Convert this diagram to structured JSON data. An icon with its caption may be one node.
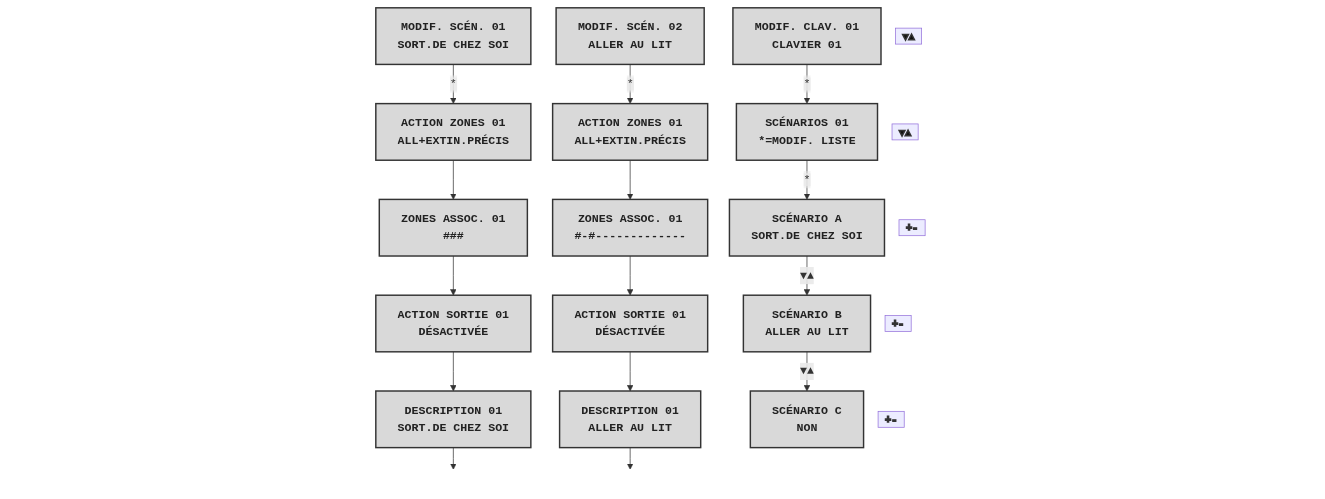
{
  "diagram": {
    "nodes": [
      {
        "text": [
          "MODIF. SCÉN. 01",
          "SORT.DE CHEZ SOI"
        ]
      },
      {
        "text": [
          "ACTION ZONES 01",
          "ALL+EXTIN.PRÉCIS"
        ]
      },
      {
        "text": [
          "ZONES ASSOC. 01",
          "###"
        ]
      },
      {
        "text": [
          "ACTION SORTIE 01",
          "DÉSACTIVÉE"
        ]
      },
      {
        "text": [
          "DESCRIPTION 01",
          "SORT.DE CHEZ SOI"
        ]
      },
      {
        "text": [
          "MODIF. SCÉN. 02",
          "ALLER AU LIT"
        ]
      },
      {
        "text": [
          "ACTION ZONES 01",
          "ALL+EXTIN.PRÉCIS"
        ]
      },
      {
        "text": [
          "ZONES ASSOC. 01",
          "#-#-------------"
        ]
      },
      {
        "text": [
          "ACTION SORTIE 01",
          "DÉSACTIVÉE"
        ]
      },
      {
        "text": [
          "DESCRIPTION 01",
          "ALLER AU LIT"
        ]
      },
      {
        "text": [
          "MODIF. CLAV. 01",
          "CLAVIER 01"
        ],
        "beside": [
          "▼▲"
        ]
      },
      {
        "text": [
          "SCÉNARIOS 01",
          "*=MODIF. LISTE"
        ],
        "beside": [
          "▼▲"
        ]
      },
      {
        "text": [
          "SCÉNARIO A",
          "SORT.DE CHEZ SOI"
        ],
        "beside": [
          "+-"
        ]
      },
      {
        "text": [
          "SCÉNARIO B",
          "ALLER AU LIT"
        ],
        "beside": [
          "+-"
        ]
      },
      {
        "text": [
          "SCÉNARIO C",
          "NON"
        ],
        "beside": [
          "+-"
        ]
      }
    ],
    "edges": [
      {
        "from": 0,
        "to": 1,
        "arrow": "to",
        "label": "*"
      },
      {
        "from": 1,
        "to": 2,
        "arrow": "to"
      },
      {
        "from": 2,
        "to": 3,
        "arrow": "to"
      },
      {
        "from": 3,
        "to": 4,
        "arrow": "to"
      },
      {
        "from": 4,
        "to": null,
        "arrow": "to"
      },
      {
        "from": 5,
        "to": 6,
        "arrow": "to",
        "label": "*"
      },
      {
        "from": 6,
        "to": 7,
        "arrow": "to"
      },
      {
        "from": 7,
        "to": 8,
        "arrow": "to"
      },
      {
        "from": 8,
        "to": 9,
        "arrow": "to"
      },
      {
        "from": 9,
        "to": null,
        "arrow": "to"
      },
      {
        "from": 10,
        "to": 11,
        "arrow": "to",
        "label": "*"
      },
      {
        "from": 11,
        "to": 12,
        "arrow": "to",
        "label": "*"
      },
      {
        "from": 12,
        "to": 13,
        "arrow": "to",
        "label": "▼▲"
      },
      {
        "from": 13,
        "to": 14,
        "arrow": "to",
        "label": "▼▲"
      }
    ]
  }
}
